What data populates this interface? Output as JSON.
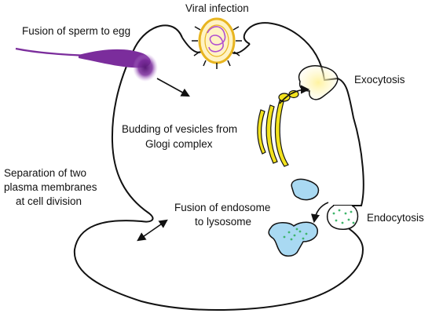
{
  "labels": {
    "viral_infection": "Viral infection",
    "sperm_fusion": "Fusion of sperm to egg",
    "exocytosis": "Exocytosis",
    "budding_line1": "Budding of vesicles from",
    "budding_line2": "Glogi complex",
    "separation_line1": "Separation of two",
    "separation_line2": "plasma membranes",
    "separation_line3": "at cell division",
    "endosome_line1": "Fusion of endosome",
    "endosome_line2": "to lysosome",
    "endocytosis": "Endocytosis"
  },
  "colors": {
    "membrane": "#111111",
    "sperm": "#7b2d9c",
    "golgi": "#f2e21e",
    "exocytosis_vesicle": "#fff7b0",
    "endosome": "#a9d9f2",
    "endosome_dots": "#3fb56b",
    "virus_capsid": "#e8b520",
    "virus_genome": "#b14fd0"
  }
}
